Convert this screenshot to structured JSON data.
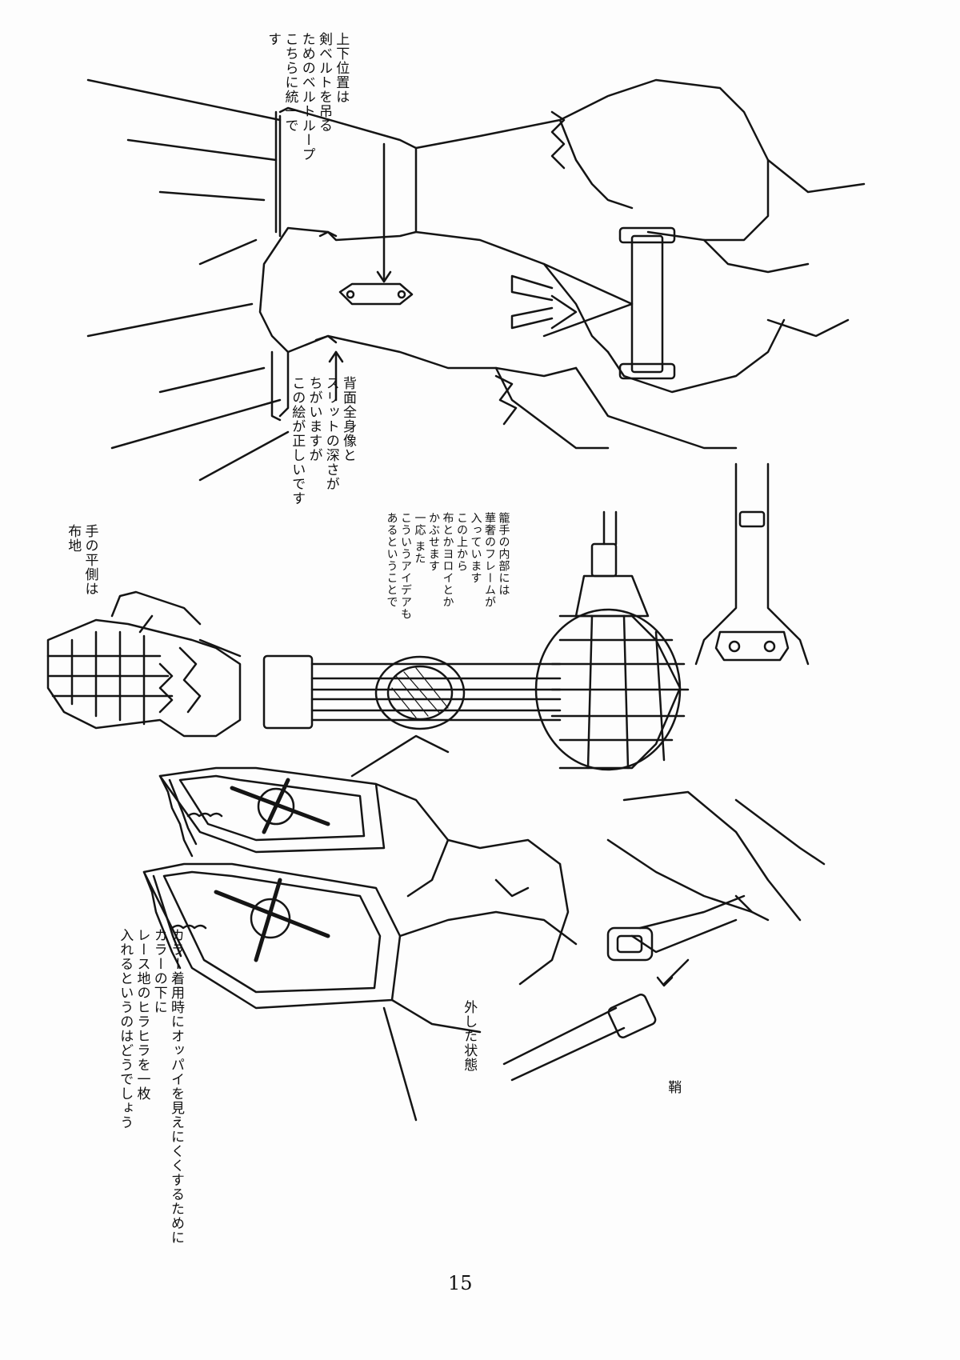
{
  "notes": {
    "sword_belt": "上下位置は\n剣ベルトを吊る\nためのベルトループ\nこちらに統一で\nす",
    "back_slit": "背面全身像と\nスリットの深さが\nちがいますが\nこの絵が正しいです",
    "gauntlet_frame": "籠手の内部には\n華奢のフレームが\n入っています\nこの上から\n布とかヨロイとか\nかぶせます\n一応 また\nこういうアイデアも\nあるということで",
    "palm_side": "手の平側は\n布地",
    "collar": "カラー着用時にオッパイを見えにくくするために\nカラーの下に\nレース地のヒラヒラを一枚\n入れるというのはどうでしょう",
    "removed_state": "外した状態",
    "sheath_tip": "鞘"
  },
  "page_number": "15"
}
